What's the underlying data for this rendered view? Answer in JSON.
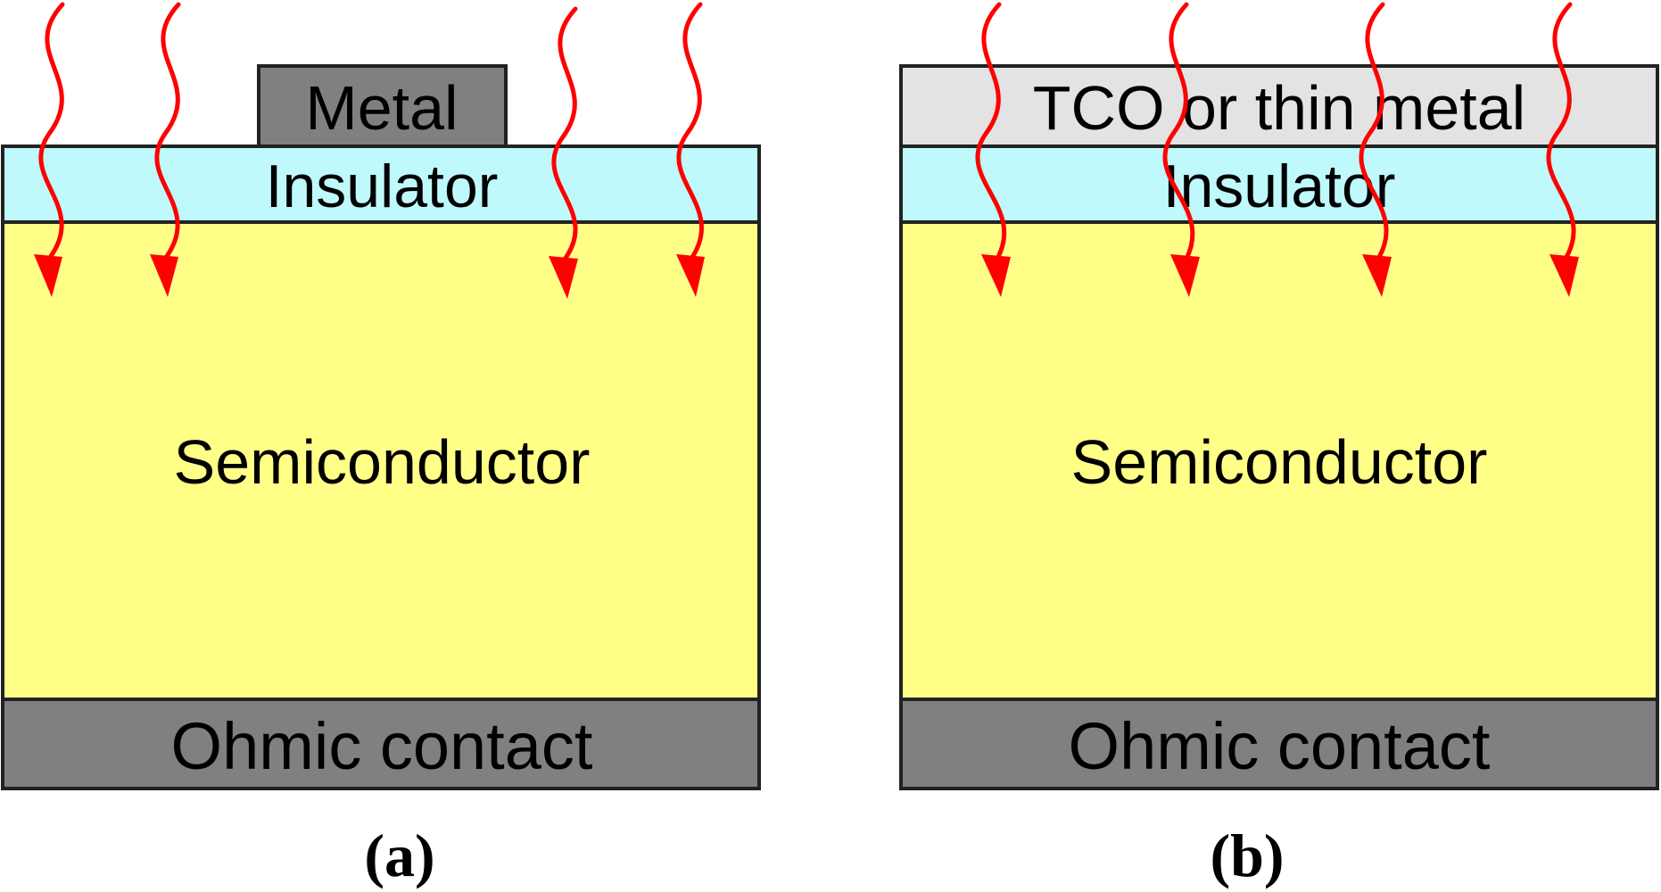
{
  "colors": {
    "metal": "#808080",
    "tco": "#e3e3e3",
    "insulator": "#bff9fb",
    "semiconductor": "#ffff88",
    "ohmic_contact": "#808080",
    "outline": "#222222",
    "light_arrows": "#ff0000"
  },
  "panel_a": {
    "top_electrode_label": "Metal",
    "insulator_label": "Insulator",
    "semiconductor_label": "Semiconductor",
    "bottom_contact_label": "Ohmic contact",
    "caption": "(a)",
    "incident_light_arrows": 4
  },
  "panel_b": {
    "top_electrode_label": "TCO or thin metal",
    "insulator_label": "Insulator",
    "semiconductor_label": "Semiconductor",
    "bottom_contact_label": "Ohmic contact",
    "caption": "(b)",
    "incident_light_arrows": 4
  }
}
